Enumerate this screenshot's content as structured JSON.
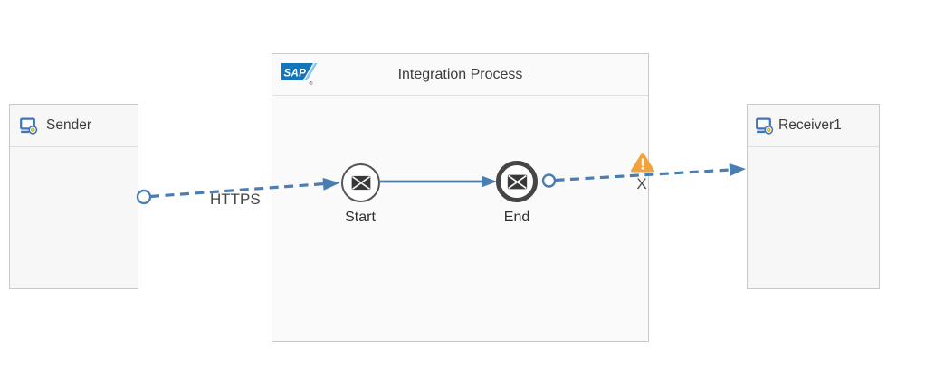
{
  "diagram": {
    "sender": {
      "label": "Sender",
      "icon": "system-participant-icon"
    },
    "receiver": {
      "label": "Receiver1",
      "icon": "system-participant-icon"
    },
    "process": {
      "title": "Integration Process",
      "logo": {
        "text": "SAP",
        "registered_mark": "®"
      },
      "start_event": {
        "label": "Start",
        "icon": "message-envelope-icon"
      },
      "end_event": {
        "label": "End",
        "icon": "message-envelope-icon"
      }
    },
    "connections": {
      "sender_to_start": {
        "protocol_label": "HTTPS",
        "style": "dashed-arrow"
      },
      "start_to_end": {
        "style": "solid-arrow"
      },
      "end_to_receiver": {
        "style": "dashed-arrow",
        "status_label": "X",
        "warning_icon": "warning-triangle-icon"
      }
    },
    "colors": {
      "connector_blue": "#4a7db2",
      "warning_orange": "#f0a23c",
      "participant_fill": "#f7f7f7",
      "process_fill": "#fafafa",
      "border_gray": "#c9c9c9",
      "event_border": "#464646",
      "sap_blue": "#1575bc",
      "text_dark": "#3c3c3c"
    }
  }
}
